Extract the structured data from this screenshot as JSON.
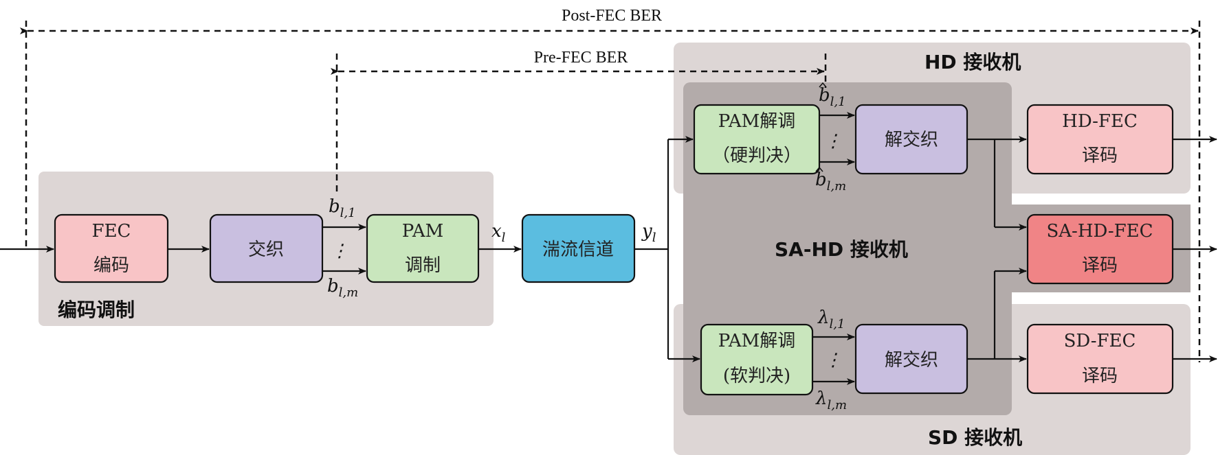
{
  "colors": {
    "pink": "#f8c4c6",
    "red": "#f08486",
    "purple": "#c9bfe0",
    "green": "#c9e6bd",
    "blue": "#5bbde0",
    "region_light": "#ddd6d5",
    "region_dark": "#b3abaa"
  },
  "regions": {
    "encoding": "编码调制",
    "hd": "HD 接收机",
    "sa_hd": "SA-HD 接收机",
    "sd": "SD 接收机"
  },
  "ber": {
    "post": "Post-FEC BER",
    "pre": "Pre-FEC BER"
  },
  "blocks": {
    "fec_encode": [
      "FEC",
      "编码"
    ],
    "interleave": "交织",
    "pam_mod": [
      "PAM",
      "调制"
    ],
    "channel": "湍流信道",
    "pam_demod_hard": [
      "PAM解调",
      "（硬判决）"
    ],
    "pam_demod_soft": [
      "PAM解调",
      "(软判决)"
    ],
    "deinterleave_hd": "解交织",
    "deinterleave_sd": "解交织",
    "hd_fec": [
      "HD-FEC",
      "译码"
    ],
    "sa_hd_fec": [
      "SA-HD-FEC",
      "译码"
    ],
    "sd_fec": [
      "SD-FEC",
      "译码"
    ]
  },
  "symbols": {
    "b_base": "b",
    "b1_sub": "l,1",
    "bm_sub": "l,m",
    "x_base": "x",
    "x_sub": "l",
    "y_base": "y",
    "y_sub": "l",
    "lambda_base": "λ",
    "lambda1_sub": "l,1",
    "lambdam_sub": "l,m",
    "vdots": "⋮"
  }
}
